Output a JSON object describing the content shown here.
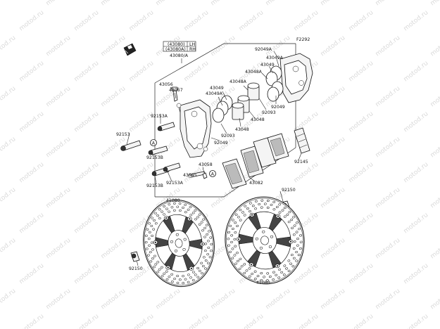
{
  "watermark": "motod.ru",
  "diagram_code": "F2292",
  "legend": {
    "rows": [
      {
        "part": "(43080)",
        "side": "LH"
      },
      {
        "part": "(43080A)",
        "side": "RH"
      }
    ],
    "assembly": "43080/A"
  },
  "callouts": {
    "c92049A_top": "92049A",
    "c43049A_top": "43049A",
    "c43049_top": "43049",
    "c43048A_top": "43048A",
    "c43048A_mid": "43048A",
    "c43049_mid": "43049",
    "c43049A_mid": "43049A",
    "c43056": "43056",
    "c43057": "43057",
    "c92049_r": "92049",
    "c92093_r": "92093",
    "c43048_a": "43048",
    "c43048_b": "43048",
    "c92093_l": "92093",
    "c92049_l": "92049",
    "c92153A_top": "92153A",
    "c92153": "92153",
    "c92153B_top": "92153B",
    "c92145": "92145",
    "c43058": "43058",
    "c43045": "43045",
    "c92153B_bot": "92153B",
    "c92153A_bot": "92153A",
    "c43082": "43082",
    "c92150_r": "92150",
    "c41080_top": "41080",
    "c92150_l": "92150",
    "c41080_bot": "41080",
    "ref_a1": "A",
    "ref_a2": "A"
  }
}
